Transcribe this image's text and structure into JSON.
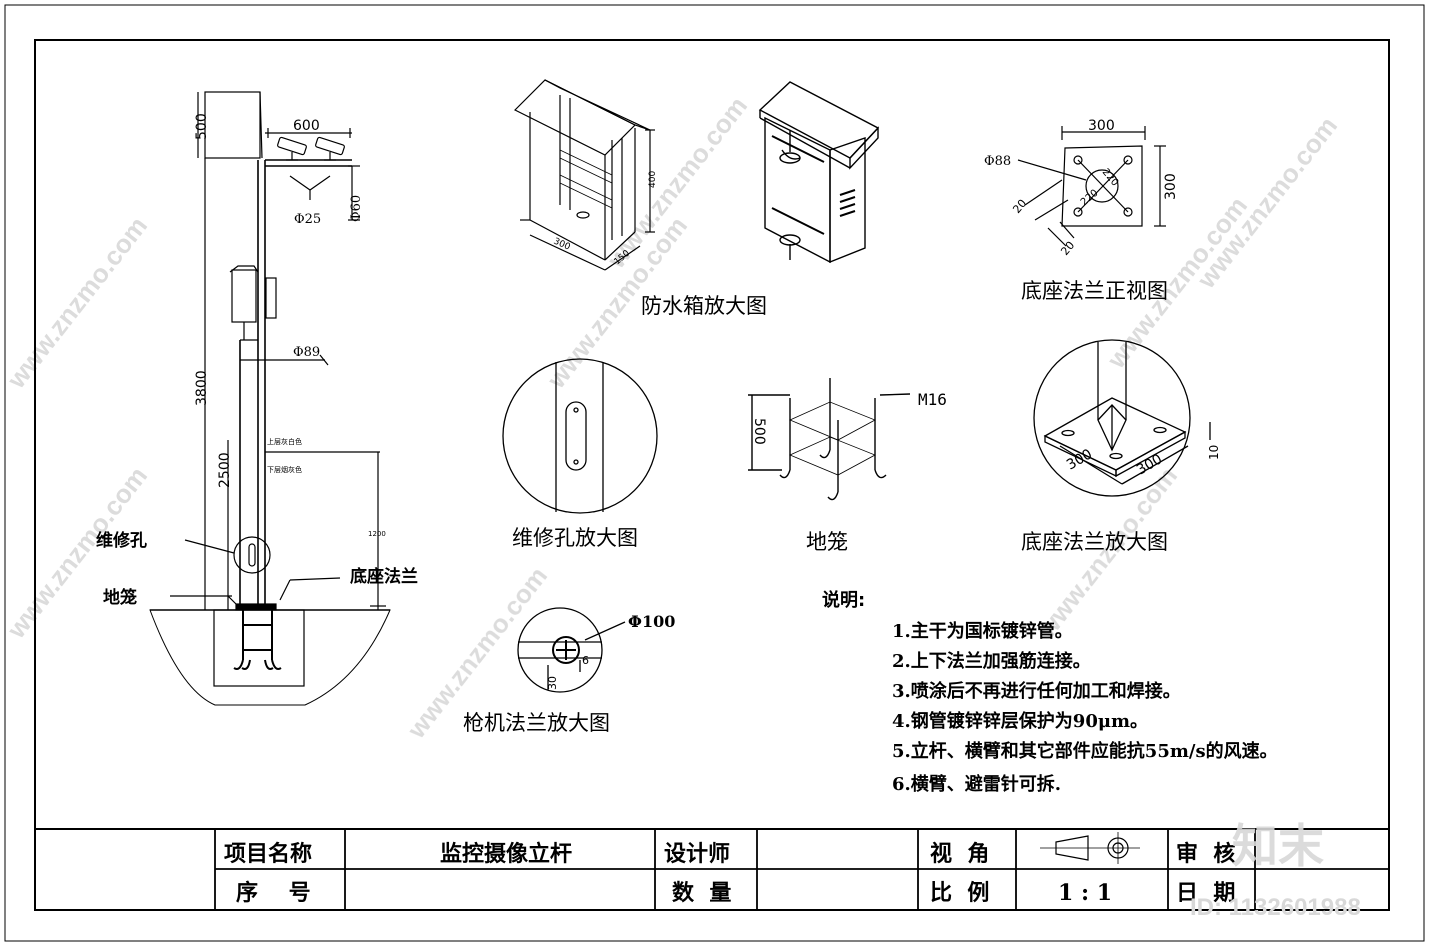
{
  "dims": {
    "d500_top": "500",
    "d600": "600",
    "d25": "Φ25",
    "d60": "Φ60",
    "d3800": "3800",
    "d89": "Φ89",
    "d2500": "2500",
    "d1200": "1200",
    "box400": "400",
    "box300": "300",
    "box150": "150",
    "fl300_top": "300",
    "fl300_side": "300",
    "fl88": "Φ88",
    "fl20a": "20",
    "fl20b": "20",
    "fl220a": "220",
    "fl220b": "220",
    "cage500": "500",
    "cageM16": "M16",
    "bf300a": "300",
    "bf300b": "300",
    "bf10": "10",
    "gf100": "Φ100",
    "gf6": "6",
    "gf30": "30"
  },
  "pole_labels": {
    "paint_upper": "上层灰白色",
    "paint_lower": "下层烟灰色",
    "service_hole": "维修孔",
    "ground_cage": "地笼",
    "base_flange": "底座法兰"
  },
  "captions": {
    "waterproof_box": "防水箱放大图",
    "flange_front": "底座法兰正视图",
    "service_hole": "维修孔放大图",
    "ground_cage": "地笼",
    "flange_detail": "底座法兰放大图",
    "gun_flange": "枪机法兰放大图"
  },
  "notes": {
    "heading": "说明:",
    "items": [
      "1.主干为国标镀锌管。",
      "2.上下法兰加强筋连接。",
      "3.喷涂后不再进行任何加工和焊接。",
      "4.钢管镀锌锌层保护为90μm。",
      "5.立杆、横臂和其它部件应能抗55m/s的风速。",
      "6.横臂、避雷针可拆."
    ]
  },
  "title_block": {
    "project_name_label": "项目名称",
    "project_name_value": "监控摄像立杆",
    "designer_label": "设计师",
    "view_label": "视  角",
    "reviewer_label": "审  核",
    "serial_label": "序    号",
    "quantity_label": "数  量",
    "scale_label": "比  例",
    "scale_value": "1 : 1",
    "date_label": "日  期"
  },
  "watermark": {
    "url": "www.znzmo.com",
    "brand": "知末",
    "id": "ID: 1132601988"
  }
}
